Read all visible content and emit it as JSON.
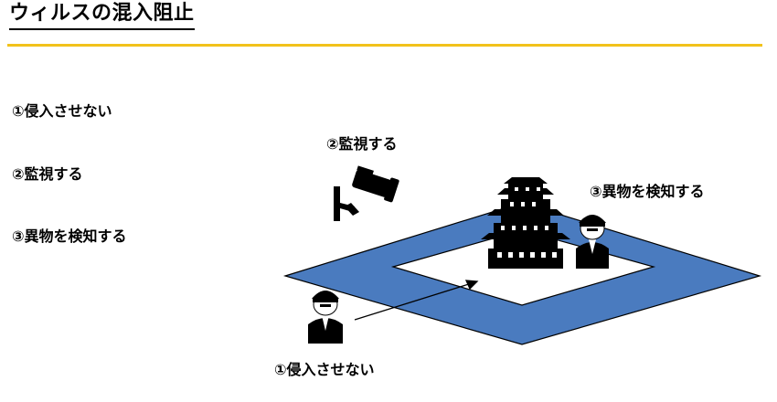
{
  "title": "ウィルスの混入阻止",
  "list": {
    "item1": "①侵入させない",
    "item2": "②監視する",
    "item3": "③異物を検知する"
  },
  "diagram": {
    "label_monitor": "②監視する",
    "label_detect": "③異物を検知する",
    "label_block": "①侵入させない"
  },
  "colors": {
    "accent_rule": "#f2c21b",
    "perimeter": "#4a7bbf",
    "outline": "#000000"
  }
}
